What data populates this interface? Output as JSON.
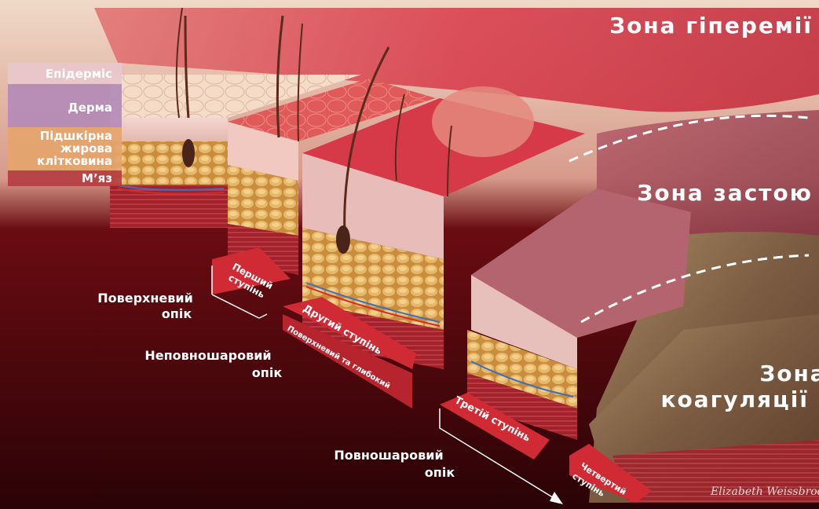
{
  "layers": {
    "epidermis": "Епідерміс",
    "dermis": "Дерма",
    "subcutis_1": "Підшкірна",
    "subcutis_2": "жирова",
    "subcutis_3": "клітковина",
    "muscle": "М’яз"
  },
  "zones": {
    "hyperemia": "Зона гіперемії",
    "stasis": "Зона застою",
    "coagulation_1": "Зона",
    "coagulation_2": "коагуляції"
  },
  "burn_types": {
    "superficial_1": "Поверхневий",
    "superficial_2": "опік",
    "partial_1": "Неповношаровий",
    "partial_2": "опік",
    "full_1": "Повношаровий",
    "full_2": "опік"
  },
  "degrees": {
    "first_1": "Перший",
    "first_2": "ступінь",
    "second": "Другий ступінь",
    "second_sub": "Поверхневий та глибокий",
    "third": "Третій ступінь",
    "fourth_1": "Четвертий",
    "fourth_2": "ступінь"
  },
  "signature": "Elizabeth Weissbrod",
  "colors": {
    "background_dark": "#3a0408",
    "skin_red": "#c8303c",
    "label_band": "#d02a35",
    "fat": "#d9a55a",
    "muscle": "#9a1f26"
  }
}
